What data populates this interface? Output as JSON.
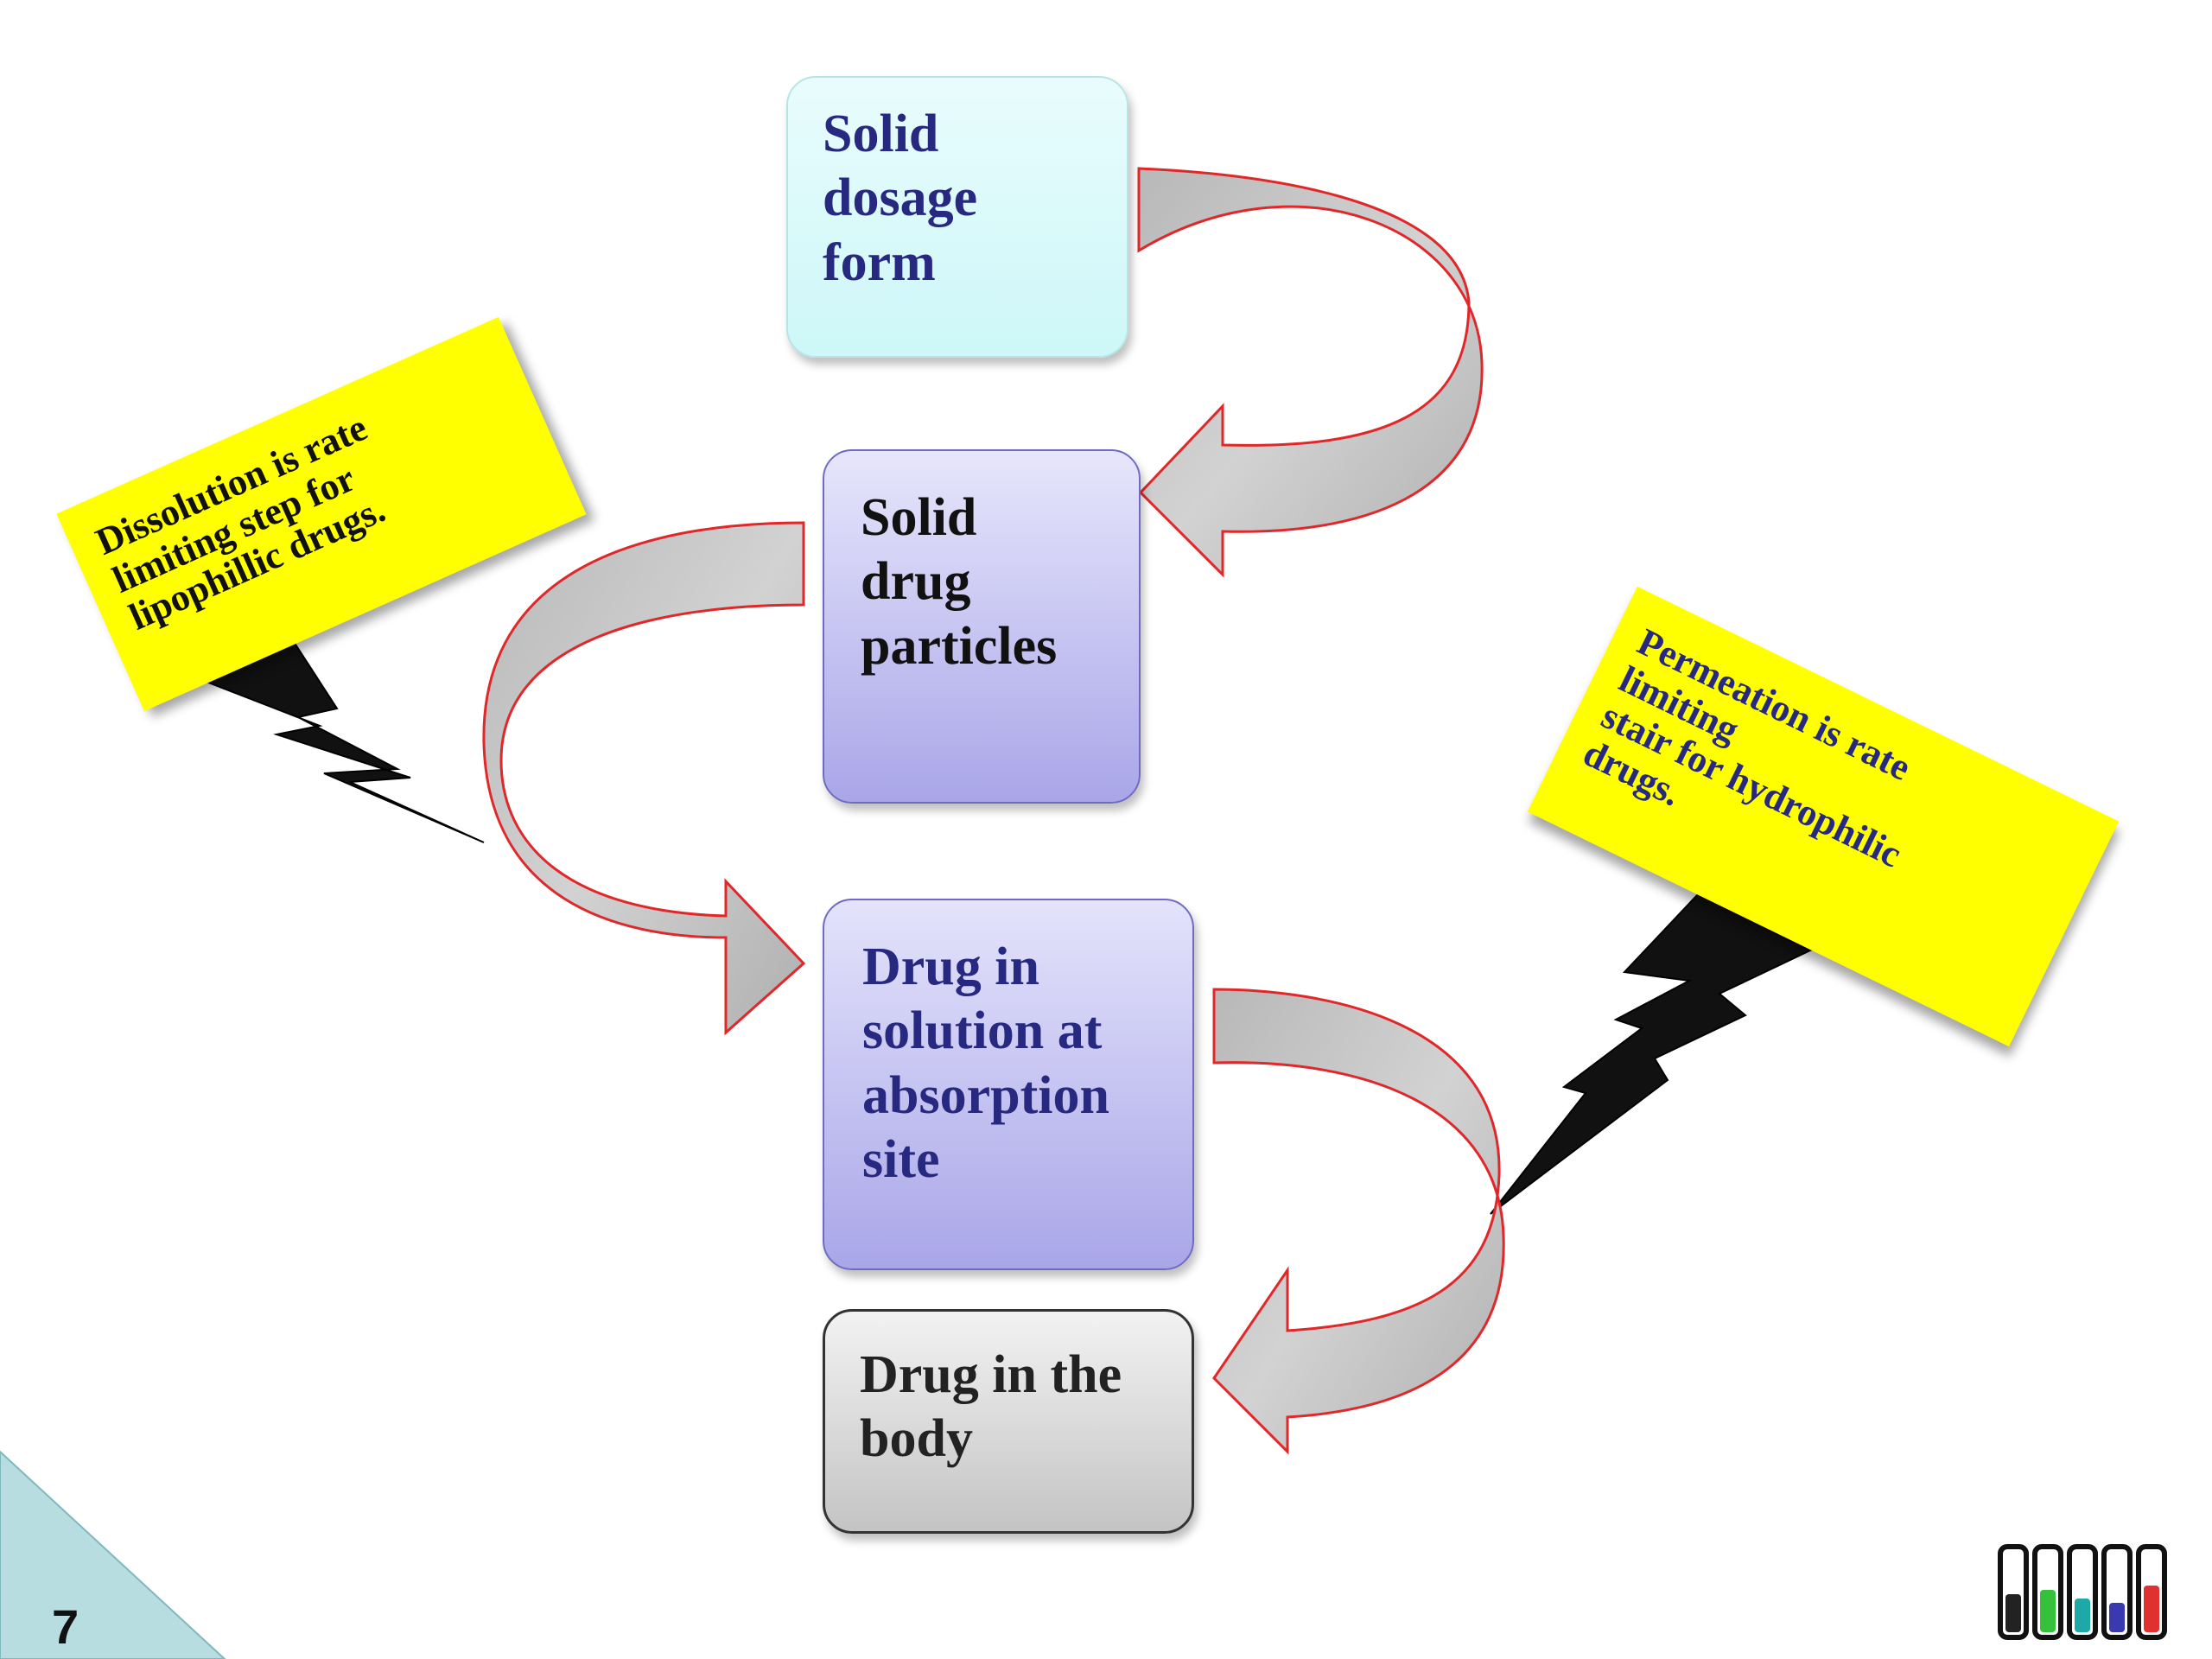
{
  "boxes": {
    "solid_dosage_form": [
      "Solid",
      "dosage",
      "form"
    ],
    "solid_drug_particles": [
      "Solid",
      "drug",
      "particles"
    ],
    "drug_in_solution": [
      "Drug in",
      "solution at",
      "absorption",
      "site"
    ],
    "drug_in_body": [
      "Drug in the",
      "body"
    ]
  },
  "notes": {
    "dissolution": [
      "Dissolution is rate",
      "limiting step for",
      "lipophillic drugs."
    ],
    "permeation": [
      "Permeation is rate",
      "limiting",
      "stair for hydrophilic",
      "drugs."
    ]
  },
  "slide_number": "7",
  "colors": {
    "arrow_fill": "#c0c0c0",
    "arrow_stroke": "#e0282a",
    "note_fill": "#ffff00",
    "corner_triangle": "#b7dde0"
  },
  "icons": [
    "test-tubes-icon"
  ]
}
